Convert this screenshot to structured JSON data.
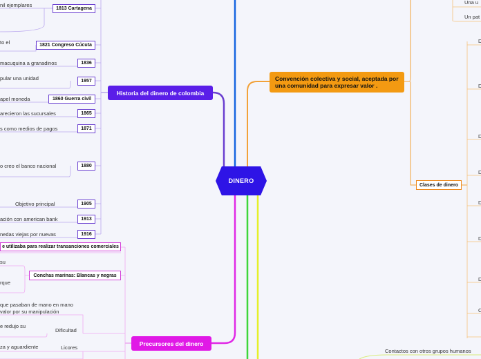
{
  "center": {
    "label": "DINERO"
  },
  "historia": {
    "title": "Historia del dinero de colombia",
    "items": [
      {
        "year": "1813 Cartagena",
        "text": "nil ejemplares"
      },
      {
        "year": "1821 Congreso Cúcuta",
        "text": "to el"
      },
      {
        "year": "1836",
        "text": "macuquina a granadinos"
      },
      {
        "year": "1957",
        "text": "pular una unidad"
      },
      {
        "year": "1860 Guerra civil",
        "text": "apel moneda"
      },
      {
        "year": "1865",
        "text": "arecieron las sucursales"
      },
      {
        "year": "1871",
        "text": "s como medios de pagos"
      },
      {
        "year": "1880",
        "text": "o creo el banco nacional"
      },
      {
        "year": "1905",
        "text": "Objetivo principal"
      },
      {
        "year": "1913",
        "text": "ación con american bank"
      },
      {
        "year": "1916",
        "text": "nedas viejas por nuevas"
      }
    ]
  },
  "precursores": {
    "title": "Precursores del dinero",
    "top_box": "e utilizaba para realizar transanciones comerciales",
    "box2": "Conchas marinas: Blancas y negras",
    "text_su": "su",
    "text_rque": "rque",
    "text_mano": "que pasaban de mano en mano",
    "text_valor": "valor por su manipulación",
    "text_redujo": "e redujo su",
    "label_dificultad": "Dificultad",
    "text_aguardiente": "za y aguardiente",
    "label_licores": "Licores"
  },
  "convencion": {
    "title": "Convención colectiva y social, aceptada por una comunidad para expresar valor ."
  },
  "clases": {
    "title": "Clases de dinero",
    "top_texts": [
      "Una u",
      "Un pat"
    ],
    "letters": [
      "D",
      "D",
      "D",
      "D",
      "D",
      "D",
      "D",
      "C"
    ]
  },
  "bottom_right": {
    "text": "Contactos con otros grupos humanos"
  }
}
